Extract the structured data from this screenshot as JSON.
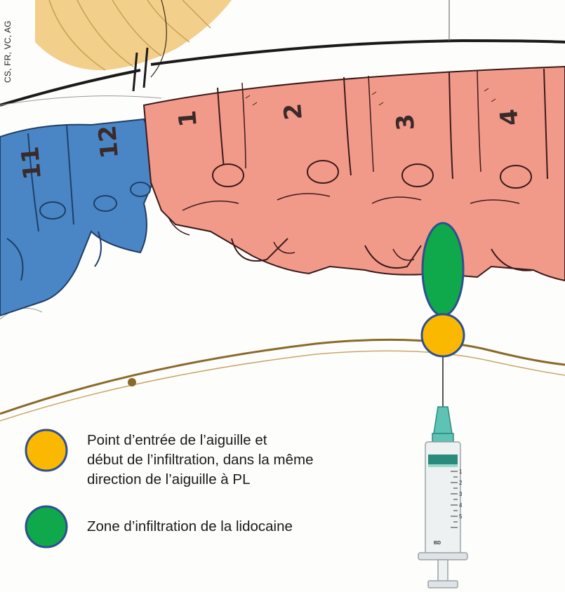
{
  "credit": "CS, FR, VC, AG",
  "vertebrae": {
    "thoracic": [
      "11",
      "12"
    ],
    "lumbar": [
      "1",
      "2",
      "3",
      "4"
    ]
  },
  "colors": {
    "entry_point": "#fbb800",
    "infiltration_zone": "#0fa94c",
    "marker_border": "#2f4f8f",
    "thoracic_vertebrae": "#4a86c5",
    "lumbar_vertebrae": "#f29a8a",
    "hair": "#f2cf8a"
  },
  "icons": [
    "yellow-circle-marker",
    "green-ellipse-marker",
    "syringe-icon"
  ],
  "legend": {
    "entry": {
      "line1": "Point d’entrée de l’aiguille et",
      "line2": "début de l’infiltration, dans la même",
      "line3": "direction de l’aiguille à PL"
    },
    "zone": {
      "line1": "Zone d’infiltration de la lidocaine"
    }
  },
  "syringe": {
    "scale_labels": [
      "1",
      "2",
      "3",
      "4",
      "5"
    ],
    "brand": "BD"
  }
}
